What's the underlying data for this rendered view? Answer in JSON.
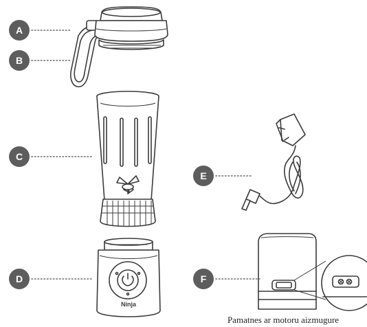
{
  "labels": {
    "a": "A",
    "b": "B",
    "c": "C",
    "d": "D",
    "e": "E",
    "f": "F"
  },
  "base_brand": "Ninja",
  "caption": "Pamatnes ar motoru aizmugure",
  "colors": {
    "badge": "#5d5d5d",
    "line": "#3a3a3a",
    "leader": "#6a6a6a"
  }
}
